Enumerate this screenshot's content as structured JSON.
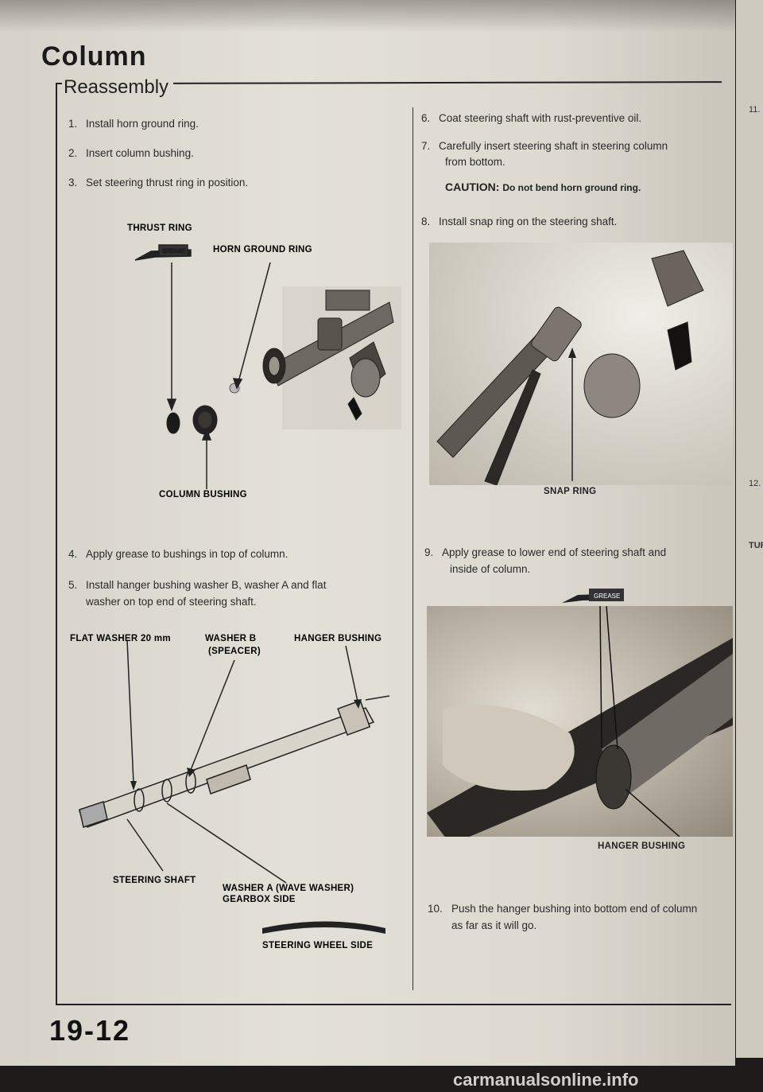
{
  "header": {
    "title": "Column",
    "subtitle": "Reassembly"
  },
  "steps_left": [
    {
      "num": "1.",
      "text": "Install horn ground ring."
    },
    {
      "num": "2.",
      "text": "Insert column bushing."
    },
    {
      "num": "3.",
      "text": "Set steering thrust ring in position."
    }
  ],
  "fig1": {
    "thrust_ring": "THRUST RING",
    "horn_ground_ring": "HORN GROUND RING",
    "column_bushing": "COLUMN BUSHING",
    "grease": "GREASE"
  },
  "steps_left2": [
    {
      "num": "4.",
      "text": "Apply grease to bushings in top of column."
    },
    {
      "num": "5.",
      "text": "Install hanger bushing washer B, washer A and flat",
      "text2": "washer on top end of steering shaft."
    }
  ],
  "fig2": {
    "flat_washer": "FLAT WASHER 20 mm",
    "washer_b": "WASHER B",
    "washer_b2": "(SPEACER)",
    "hanger_bushing": "HANGER BUSHING",
    "steering_shaft": "STEERING SHAFT",
    "washer_a": "WASHER A (WAVE WASHER)",
    "gearbox_side": "GEARBOX SIDE",
    "wheel_side": "STEERING WHEEL SIDE"
  },
  "steps_right": [
    {
      "num": "6.",
      "text": "Coat steering shaft with rust-preventive oil."
    },
    {
      "num": "7.",
      "text": "Carefully insert steering shaft in steering column",
      "text2": "from bottom."
    }
  ],
  "caution": {
    "label": "CAUTION:",
    "text": "Do not bend horn ground ring."
  },
  "step8": {
    "num": "8.",
    "text": "Install snap ring on the steering shaft."
  },
  "fig3": {
    "snap_ring": "SNAP RING"
  },
  "step9": {
    "num": "9.",
    "text": "Apply grease to lower end of steering shaft and",
    "text2": "inside of column."
  },
  "fig4": {
    "hanger_bushing": "HANGER BUSHING",
    "grease": "GREASE"
  },
  "step10": {
    "num": "10.",
    "text": "Push the hanger bushing into bottom end of column",
    "text2": "as far as it will go."
  },
  "footer": {
    "page_number": "19-12"
  },
  "next_page": {
    "n11": "11.",
    "n12": "12.",
    "tur": "TUR"
  },
  "watermark": "carmanualsonline.info"
}
